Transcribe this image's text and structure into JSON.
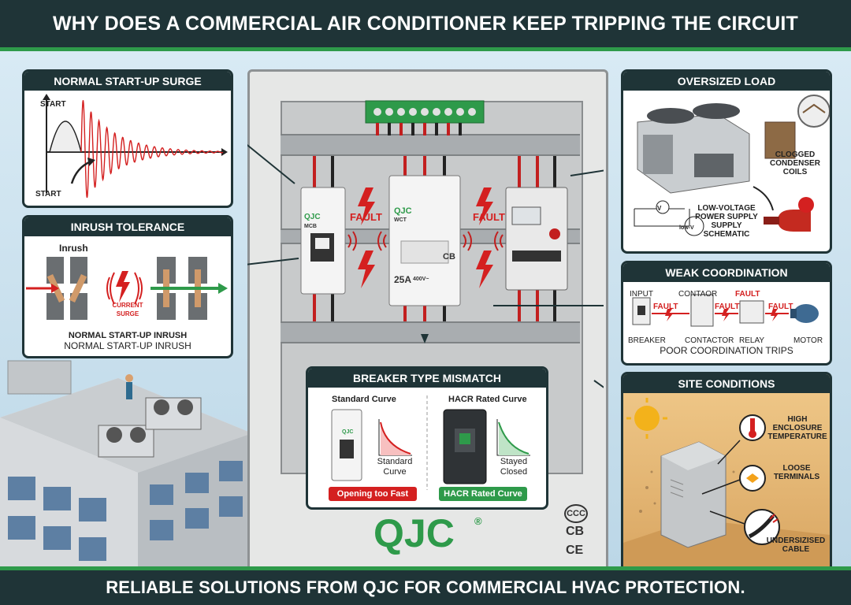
{
  "header": {
    "title": "WHY DOES A COMMERCIAL AIR CONDITIONER KEEP TRIPPING THE CIRCUIT BREAKER?"
  },
  "footer": {
    "text": "RELIABLE SOLUTIONS FROM QJC FOR COMMERCIAL HVAC PROTECTION."
  },
  "panels": {
    "startup": {
      "title": "NORMAL START-UP SURGE",
      "start_label": "START",
      "start_label_2": "START"
    },
    "inrush": {
      "title": "INRUSH TOLERANCE",
      "inrush_label": "Inrush",
      "surge_label": "CURRENT SURGE",
      "caption_1": "NORMAL START-UP INRUSH",
      "caption_2": "NORMAL START-UP INRUSH"
    },
    "oversized": {
      "title": "OVERSIZED LOAD",
      "clogged": "CLOGGED CONDENSER COILS",
      "lowv": "LOW-VOLTAGE POWER SUPPLY SUPPLY SCHEMATIC",
      "v_symbol": "V",
      "lowv_symbol": "low-V"
    },
    "weak": {
      "title": "WEAK COORDINATION",
      "input": "INPUT",
      "contaor": "CONTAOR",
      "fault": "FAULT",
      "breaker": "BREAKER",
      "contactor": "CONTACTOR",
      "relay": "RELAY",
      "motor": "MOTOR",
      "caption": "POOR COORDINATION TRIPS"
    },
    "site": {
      "title": "SITE CONDITIONS",
      "high_temp": "HIGH ENCLOSURE TEMPERATURE",
      "loose": "LOOSE TERMINALS",
      "cable": "UNDERSIZISED CABLE"
    },
    "mismatch": {
      "title": "BREAKER TYPE MISMATCH",
      "std_title": "Standard Curve",
      "hacr_title": "HACR Rated Curve",
      "std_curve": "Standard Curve",
      "stayed": "Stayed Closed",
      "badge_bad": "Opening too Fast",
      "badge_good": "HACR Rated Curve",
      "qjc_small": "QJC"
    }
  },
  "cabinet": {
    "fault_label": "FAULT",
    "mcb_brand": "QJC",
    "mcb_label": "MCB",
    "contactor_brand": "QJC",
    "contactor_model": "WCT",
    "contactor_rating": "25A",
    "contactor_voltage": "400V~",
    "contactor_cb": "CB",
    "logo": "QJC",
    "cert_1": "CCC",
    "cert_2": "CB",
    "cert_3": "CE"
  },
  "colors": {
    "banner": "#1f3437",
    "accent_green": "#2e9a4a",
    "fault_red": "#d42020"
  }
}
